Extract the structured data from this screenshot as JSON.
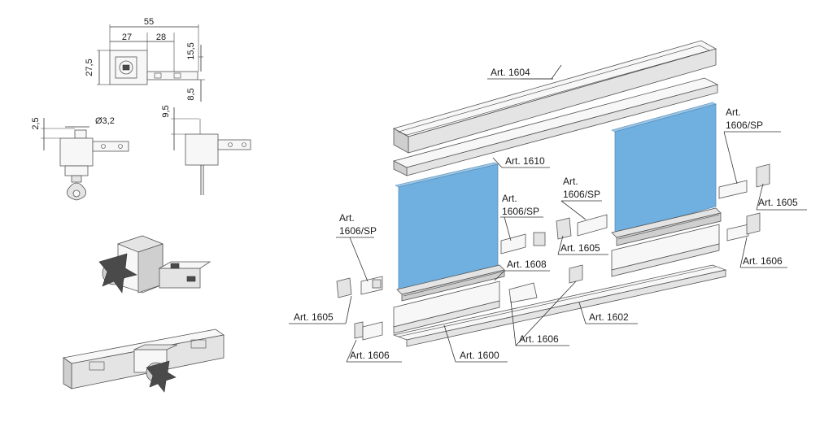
{
  "dimensions": {
    "total_width": "55",
    "left_width": "27",
    "right_width": "28",
    "height": "27,5",
    "upper_offset": "15,5",
    "lower_offset": "8,5",
    "front_offset": "2,5",
    "hole_diameter": "Ø3,2",
    "side_offset": "9,5"
  },
  "labels": {
    "art_1604": "Art. 1604",
    "art_1610": "Art. 1610",
    "art_1606sp_top_right_a": "Art.",
    "art_1606sp_top_right_b": "1606/SP",
    "art_1605_right": "Art. 1605",
    "art_1606_right": "Art. 1606",
    "art_1606sp_center_a": "Art.",
    "art_1606sp_center_b": "1606/SP",
    "art_1605_center": "Art. 1605",
    "art_1606sp_left_a": "Art.",
    "art_1606sp_left_b": "1606/SP",
    "art_1606sp_mid_a": "Art.",
    "art_1606sp_mid_b": "1606/SP",
    "art_1608": "Art. 1608",
    "art_1605_left": "Art. 1605",
    "art_1602": "Art. 1602",
    "art_1606_bottom_center": "Art. 1606",
    "art_1600": "Art. 1600",
    "art_1606_bottom_left": "Art. 1606"
  },
  "colors": {
    "glass": "#6fb0e0",
    "line": "#333333"
  }
}
